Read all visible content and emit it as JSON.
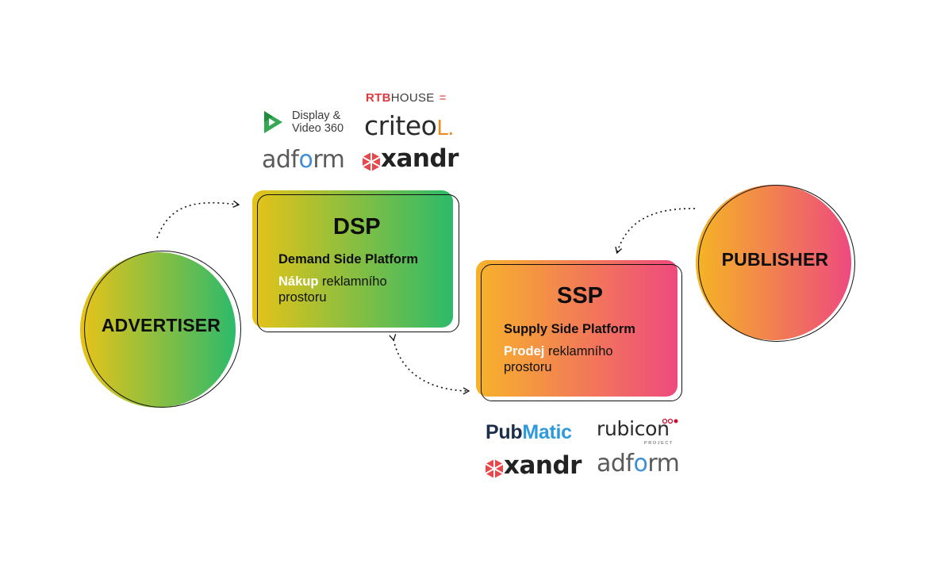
{
  "colors": {
    "green": "#2dba6a",
    "yellow": "#e6c317",
    "orange": "#f7a52a",
    "pink": "#ee4a7e",
    "outline": "#111111"
  },
  "nodes": {
    "advertiser": {
      "label": "ADVERTISER"
    },
    "publisher": {
      "label": "PUBLISHER"
    },
    "dsp": {
      "title": "DSP",
      "subtitle": "Demand Side Platform",
      "highlight": "Nákup",
      "desc_rest": " reklamního",
      "desc_line2": "prostoru"
    },
    "ssp": {
      "title": "SSP",
      "subtitle": "Supply Side Platform",
      "highlight": "Prodej",
      "desc_rest": " reklamního",
      "desc_line2": "prostoru"
    }
  },
  "dsp_logos": {
    "display_video": {
      "line1": "Display &",
      "line2": "Video 360",
      "icon": "play-triangle-icon"
    },
    "adform": {
      "pre": "adf",
      "o": "o",
      "post": "rm"
    },
    "rtbhouse": {
      "rtb": "RTB",
      "house": "HOUSE",
      "mark": "="
    },
    "criteo": {
      "text": "criteo",
      "mark": "L."
    },
    "xandr": {
      "text": "xandr",
      "icon": "xandr-hexagon-icon"
    }
  },
  "ssp_logos": {
    "pubmatic": {
      "pub": "Pub",
      "matic": "Matic"
    },
    "rubicon": {
      "text": "rubicon",
      "sub": "PROJECT"
    },
    "xandr": {
      "text": "xandr",
      "icon": "xandr-hexagon-icon"
    },
    "adform": {
      "pre": "adf",
      "o": "o",
      "post": "rm"
    }
  }
}
